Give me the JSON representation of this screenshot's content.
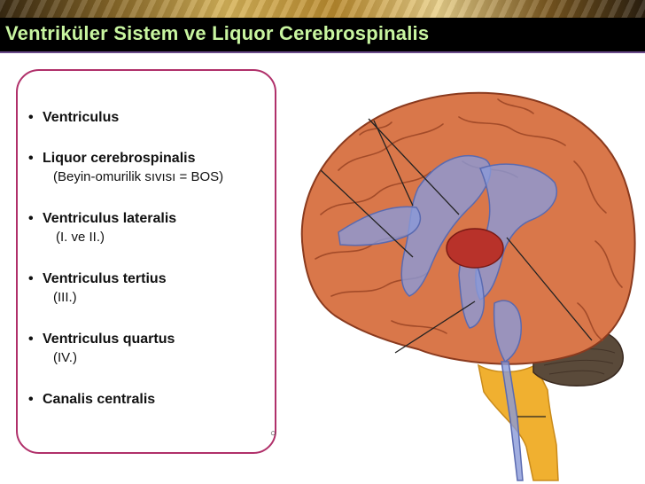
{
  "title": "Ventriküler Sistem ve Liquor Cerebrospinalis",
  "bullets": [
    {
      "main": "Ventriculus",
      "sub": ""
    },
    {
      "main": "Liquor cerebrospinalis",
      "sub": "(Beyin-omurilik sıvısı = BOS)"
    },
    {
      "main": "Ventriculus lateralis",
      "sub": " (I. ve II.)"
    },
    {
      "main": "Ventriculus tertius",
      "sub": "(III.)"
    },
    {
      "main": "Ventriculus quartus",
      "sub": "(IV.)"
    },
    {
      "main": "Canalis centralis",
      "sub": ""
    }
  ],
  "colors": {
    "title_text": "#c8f5a0",
    "title_bar": "#000000",
    "panel_border": "#b0306a",
    "brain_tissue": "#d9774a",
    "ventricle": "#8a9ad8",
    "thalamus": "#b8322a",
    "cerebellum": "#5a4a3a",
    "brainstem": "#f0b030"
  },
  "icons": [
    "brain-illustration"
  ]
}
